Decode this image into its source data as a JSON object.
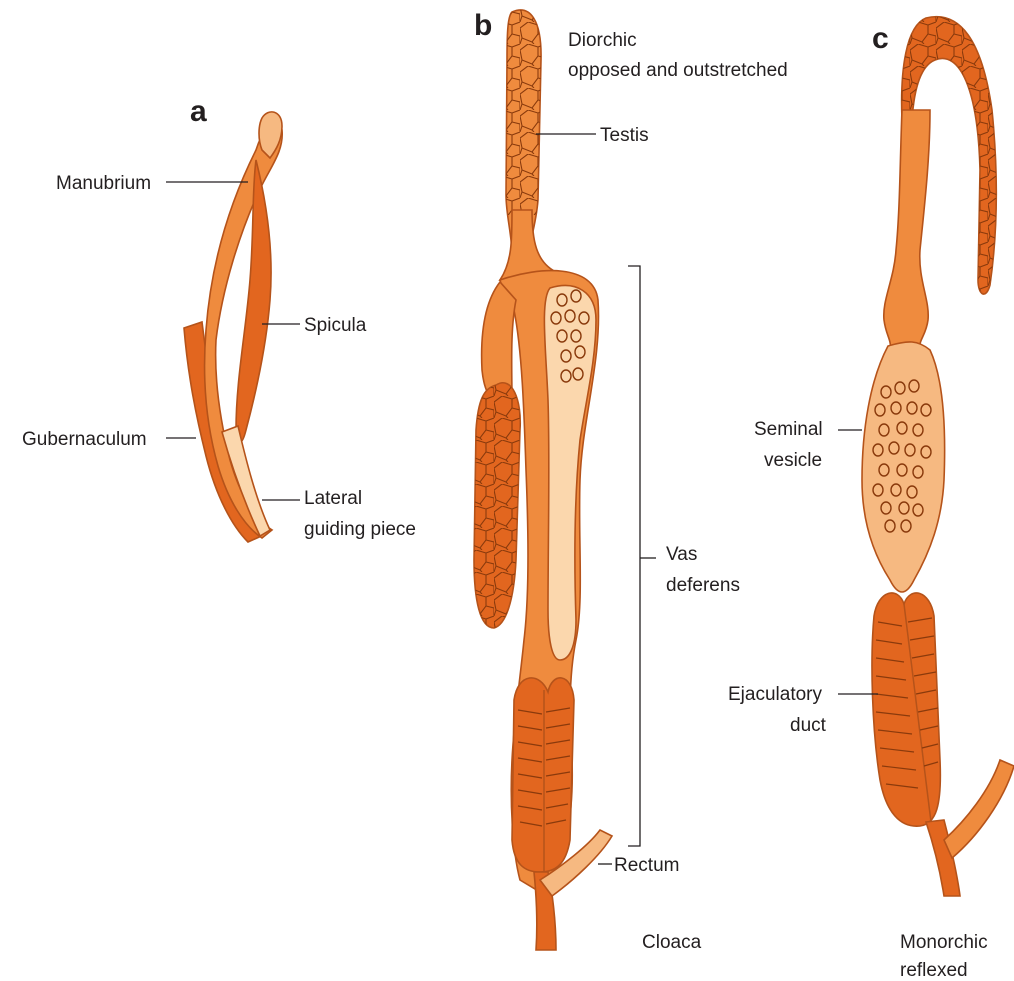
{
  "colors": {
    "dark_orange": "#e2661f",
    "mid_orange": "#ef8b3e",
    "light_orange": "#f6b981",
    "pale": "#fbd7ad",
    "outline": "#b5531a",
    "text": "#231f20"
  },
  "panels": {
    "a": {
      "letter": "a",
      "labels": {
        "manubrium": "Manubrium",
        "spicula": "Spicula",
        "gubernaculum": "Gubernaculum",
        "lateral_1": "Lateral",
        "lateral_2": "guiding piece"
      }
    },
    "b": {
      "letter": "b",
      "caption_1": "Diorchic",
      "caption_2": "opposed and outstretched",
      "labels": {
        "testis": "Testis",
        "vas_1": "Vas",
        "vas_2": "deferens",
        "rectum": "Rectum",
        "cloaca": "Cloaca"
      }
    },
    "c": {
      "letter": "c",
      "caption_1": "Monorchic",
      "caption_2": "reflexed",
      "labels": {
        "seminal_1": "Seminal",
        "seminal_2": "vesicle",
        "ejac_1": "Ejaculatory",
        "ejac_2": "duct"
      }
    }
  }
}
